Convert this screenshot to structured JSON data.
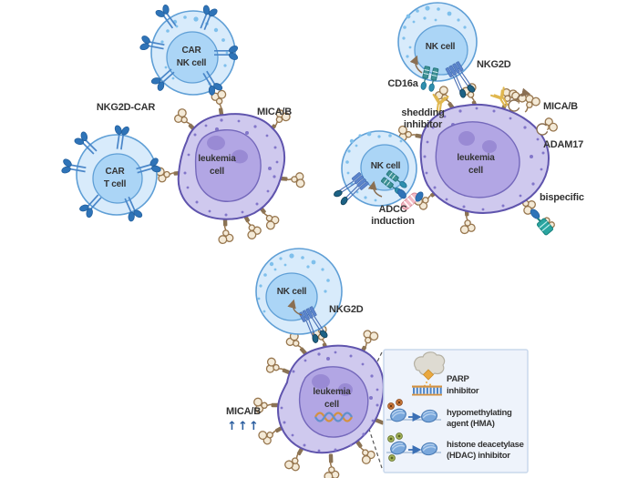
{
  "colors": {
    "background": "#ffffff",
    "text": "#333333",
    "callout": "#555555",
    "nk_cell_fill": "#d8ebfb",
    "nk_cell_stroke": "#5f9fd6",
    "nk_nucleus_fill": "#abd5f6",
    "nk_dot": "#7fc0ec",
    "leukemia_fill": "#cfc9ee",
    "leukemia_stroke": "#5f54ad",
    "leukemia_nucleus_fill": "#b2a6e4",
    "leukemia_nucleus_stroke": "#7468bb",
    "leukemia_nucleolus": "#998ad4",
    "leukemia_dot": "#8276c9",
    "micab_fill": "#f4ead7",
    "micab_stroke": "#97764e",
    "membrane_stub": "#8a7355",
    "car_head": "#2f74b8",
    "car_stalk": "#4a86c8",
    "nkg2d_bar": "#5b84cc",
    "nkg2d_stalk": "#4a6fb5",
    "nkg2d_head": "#1d6285",
    "cd16a_fill": "#3f9296",
    "cd16a_head": "#2e8fae",
    "antibody_yellow": "#e0b74f",
    "adcc_pink": "#f2bac4",
    "bispecific_teal": "#2aa5a0",
    "arrow_brown": "#8a6f52",
    "arrow_blue": "#3a6fb5",
    "upregulation_blue": "#2a5d9f",
    "legend_bg": "#eef3fb",
    "legend_border": "#c9d8ec",
    "dna_orange": "#d4913f",
    "dna_blue": "#6090cc",
    "nucleosome_fill": "#7aa8dc",
    "nucleosome_stripe": "#b9d3ef",
    "methyl_orange": "#d9813e",
    "acetyl_green": "#a9b95c",
    "parp_blob": "#dedbd2",
    "parp_diamond": "#eaa83e"
  },
  "panel_car": {
    "car_nk_cell": {
      "line1": "CAR",
      "line2": "NK cell"
    },
    "nkg2d_car_label": "NKG2D-CAR",
    "car_t_cell": {
      "line1": "CAR",
      "line2": "T cell"
    },
    "leukemia_cell": {
      "line1": "leukemia",
      "line2": "cell"
    },
    "micab_label": "MICA/B"
  },
  "panel_antibody": {
    "nk_cell_top_label": "NK cell",
    "nkg2d_label": "NKG2D",
    "cd16a_label": "CD16a",
    "shedding_inhibitor": {
      "line1": "shedding",
      "line2": "inhibitor"
    },
    "micab_label": "MICA/B",
    "adam17_label": "ADAM17",
    "nk_cell_left_label": "NK cell",
    "adcc_induction": {
      "line1": "ADCC",
      "line2": "induction"
    },
    "leukemia_cell": {
      "line1": "leukemia",
      "line2": "cell"
    },
    "bispecific_label": "bispecific"
  },
  "panel_epigenetic": {
    "nk_cell_label": "NK cell",
    "nkg2d_label": "NKG2D",
    "leukemia_cell": {
      "line1": "leukemia",
      "line2": "cell"
    },
    "micab_label": "MICA/B",
    "micab_upregulation": "↑↑↑",
    "legend": {
      "parp": {
        "line1": "PARP",
        "line2": "inhibitor"
      },
      "hma": {
        "line1": "hypomethylating",
        "line2": "agent (HMA)"
      },
      "hdac": {
        "line1": "histone deacetylase",
        "line2": "(HDAC) inhibitor"
      }
    }
  }
}
